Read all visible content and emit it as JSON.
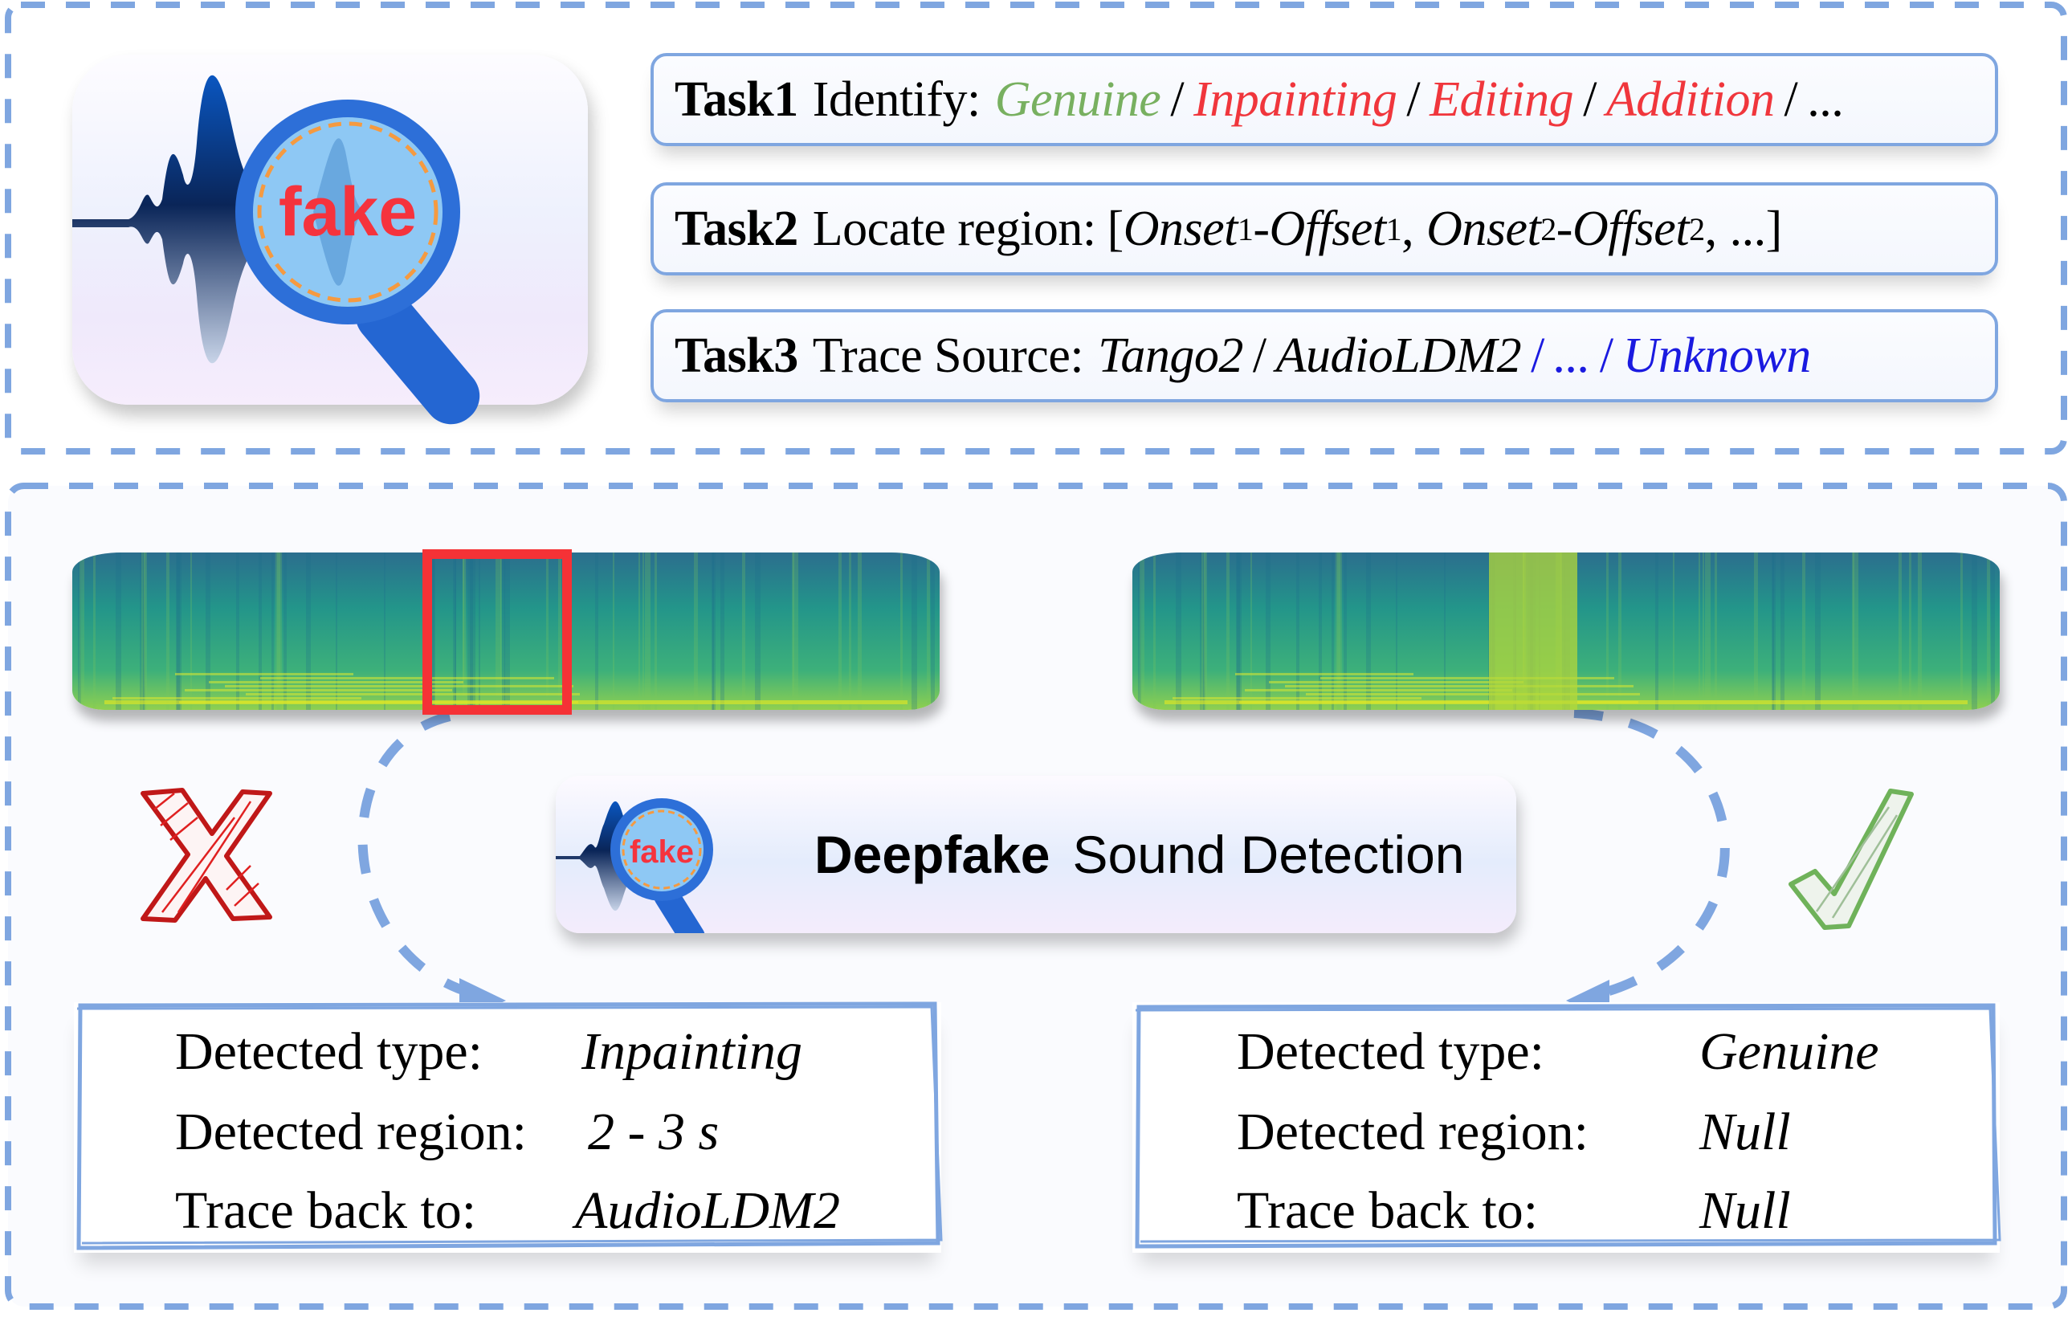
{
  "logo": {
    "badge_text": "fake"
  },
  "tasks": [
    {
      "label": "Task1",
      "prefix": "Identify:",
      "options": [
        {
          "text": "Genuine",
          "color": "#78b060"
        },
        {
          "text": "Inpainting",
          "color": "#f0363c"
        },
        {
          "text": "Editing",
          "color": "#f0363c"
        },
        {
          "text": "Addition",
          "color": "#f0363c"
        }
      ],
      "separator": "/",
      "ellipsis": "..."
    },
    {
      "label": "Task2",
      "prefix": "Locate region:",
      "open_bracket": "[",
      "onset": "Onset",
      "offset": "Offset",
      "sub1": "1",
      "sub2": "2",
      "dash": "-",
      "comma": ",",
      "ellipsis": "...",
      "close_bracket": "]"
    },
    {
      "label": "Task3",
      "prefix": "Trace Source:",
      "known": [
        "Tango2",
        "AudioLDM2"
      ],
      "separator": "/",
      "ellipsis": "...",
      "unknown": "Unknown",
      "unknown_color": "#1a1ae0"
    }
  ],
  "center": {
    "title_bold": "Deepfake",
    "title_rest": "Sound Detection",
    "badge_text": "fake"
  },
  "left_result": {
    "verdict_icon": "cross-mark",
    "rows": [
      {
        "label": "Detected type:",
        "value": "Inpainting"
      },
      {
        "label": "Detected region:",
        "value": "2 - 3 s"
      },
      {
        "label": "Trace back to:",
        "value": "AudioLDM2"
      }
    ],
    "value_color": "#f0363c",
    "highlight_region": "red box over manipulated segment"
  },
  "right_result": {
    "verdict_icon": "check-mark",
    "rows": [
      {
        "label": "Detected type:",
        "value": "Genuine"
      },
      {
        "label": "Detected region:",
        "value": "Null"
      },
      {
        "label": "Trace back to:",
        "value": "Null"
      }
    ],
    "type_color": "#78b060",
    "value_color": "#000000"
  },
  "colors": {
    "border_dash": "#7fa6e0",
    "highlight_red": "#f53236",
    "magnifier_blue": "#2d6fd8",
    "lens": "#8ec8f4",
    "wave_navy": "#0b2a66"
  }
}
